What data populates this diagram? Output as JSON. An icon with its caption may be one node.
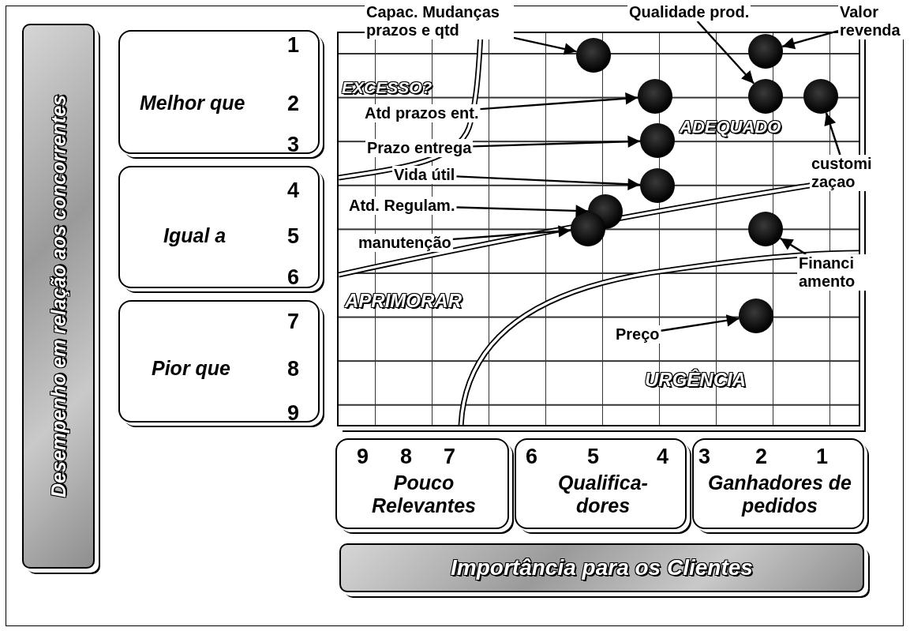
{
  "diagram": {
    "nodes": [
      {
        "text": [
          "Desempenho em relação aos concorrentes"
        ]
      },
      {
        "text": [
          "1",
          "Melhor que",
          "2",
          "3"
        ]
      },
      {
        "text": [
          "4",
          "Igual a",
          "5",
          "6"
        ]
      },
      {
        "text": [
          "7",
          "Pior que",
          "8",
          "9"
        ]
      },
      {
        "text": [
          "EXCESSO?",
          "ADEQUADO",
          "APRIMORAR",
          "URGÊNCIA"
        ]
      },
      {
        "text": [],
        "shape": "circle",
        "in": 4
      },
      {
        "text": [],
        "shape": "circle",
        "in": 4
      },
      {
        "text": [],
        "shape": "circle",
        "in": 4
      },
      {
        "text": [],
        "shape": "circle",
        "in": 4
      },
      {
        "text": [],
        "shape": "circle",
        "in": 4
      },
      {
        "text": [],
        "shape": "circle",
        "in": 4
      },
      {
        "text": [],
        "shape": "circle",
        "in": 4
      },
      {
        "text": [],
        "shape": "circle",
        "in": 4
      },
      {
        "text": [],
        "shape": "circle",
        "in": 4
      },
      {
        "text": [],
        "shape": "circle",
        "in": 4
      },
      {
        "text": [],
        "shape": "circle",
        "in": 4
      },
      {
        "text": [
          "Capac. Mudanças prazos e qtd"
        ]
      },
      {
        "text": [
          "Qualidade prod."
        ]
      },
      {
        "text": [
          "Valor revenda"
        ]
      },
      {
        "text": [
          "Atd prazos ent."
        ],
        "in": 4
      },
      {
        "text": [
          "Prazo entrega"
        ],
        "in": 4
      },
      {
        "text": [
          "customi zaçao"
        ]
      },
      {
        "text": [
          "Vida útil"
        ],
        "in": 4
      },
      {
        "text": [
          "Atd. Regulam."
        ],
        "in": 4
      },
      {
        "text": [
          "manutenção"
        ],
        "in": 4
      },
      {
        "text": [
          "Financi amento"
        ]
      },
      {
        "text": [
          "Preço"
        ],
        "in": 4
      },
      {
        "text": [
          "9",
          "8",
          "7",
          "Pouco Relevantes"
        ]
      },
      {
        "text": [
          "6",
          "5",
          "4",
          "Qualifica- dores"
        ]
      },
      {
        "text": [
          "3",
          "2",
          "1",
          "Ganhadores de pedidos"
        ]
      },
      {
        "text": [
          "Importância para os Clientes"
        ]
      }
    ],
    "edges": [
      {
        "from": 16,
        "to": 5,
        "arrow": "to"
      },
      {
        "from": 17,
        "to": 8,
        "arrow": "to"
      },
      {
        "from": 18,
        "to": 6,
        "arrow": "to"
      },
      {
        "from": 19,
        "to": 7,
        "arrow": "to"
      },
      {
        "from": 20,
        "to": 10,
        "arrow": "to"
      },
      {
        "from": 21,
        "to": 9,
        "arrow": "to"
      },
      {
        "from": 22,
        "to": 11,
        "arrow": "to"
      },
      {
        "from": 23,
        "to": 12,
        "arrow": "to"
      },
      {
        "from": 24,
        "to": 13,
        "arrow": "to"
      },
      {
        "from": 25,
        "to": 14,
        "arrow": "to"
      },
      {
        "from": 26,
        "to": 15,
        "arrow": "to"
      }
    ]
  }
}
